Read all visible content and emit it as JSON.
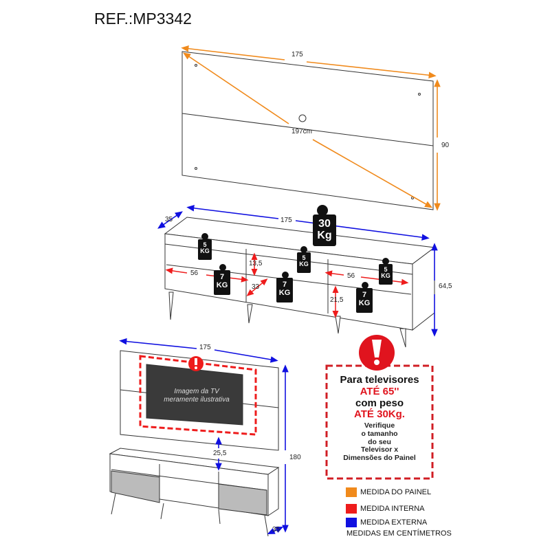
{
  "title": "REF.:MP3342",
  "panel_view": {
    "width": "175",
    "height": "90",
    "diagonal": "197cm"
  },
  "rack_view": {
    "width": "175",
    "depth": "35",
    "height": "64,5",
    "top_load": {
      "value": "30",
      "unit": "Kg"
    },
    "shelf_loads": [
      {
        "value": "5",
        "unit": "KG"
      },
      {
        "value": "5",
        "unit": "KG"
      },
      {
        "value": "5",
        "unit": "KG"
      }
    ],
    "bottom_loads": [
      {
        "value": "7",
        "unit": "KG"
      },
      {
        "value": "7",
        "unit": "KG"
      },
      {
        "value": "7",
        "unit": "KG"
      }
    ],
    "inner_dims": {
      "left_width": "56",
      "right_width": "56",
      "niche_height": "13,5",
      "inner_depth": "33",
      "compartment_height": "21,5"
    }
  },
  "assembly_view": {
    "width": "175",
    "total_height": "180",
    "gap": "25,5",
    "depth": "35",
    "tv_note_line1": "Imagem da TV",
    "tv_note_line2": "meramente ilustrativa"
  },
  "warning": {
    "line1": "Para televisores",
    "line2": "ATÉ 65''",
    "line3": "com peso",
    "line4": "ATÉ 30Kg.",
    "note": [
      "Verifique",
      "o tamanho",
      "do seu",
      "Televisor x",
      "Dimensões do Painel"
    ]
  },
  "legend": [
    {
      "label": "MEDIDA DO PAINEL",
      "color": "#f08a1c"
    },
    {
      "label": "MEDIDA INTERNA",
      "color": "#ee1c1c"
    },
    {
      "label": "MEDIDA EXTERNA",
      "color": "#1010e0"
    }
  ],
  "footer": "MEDIDAS EM CENTÍMETROS"
}
